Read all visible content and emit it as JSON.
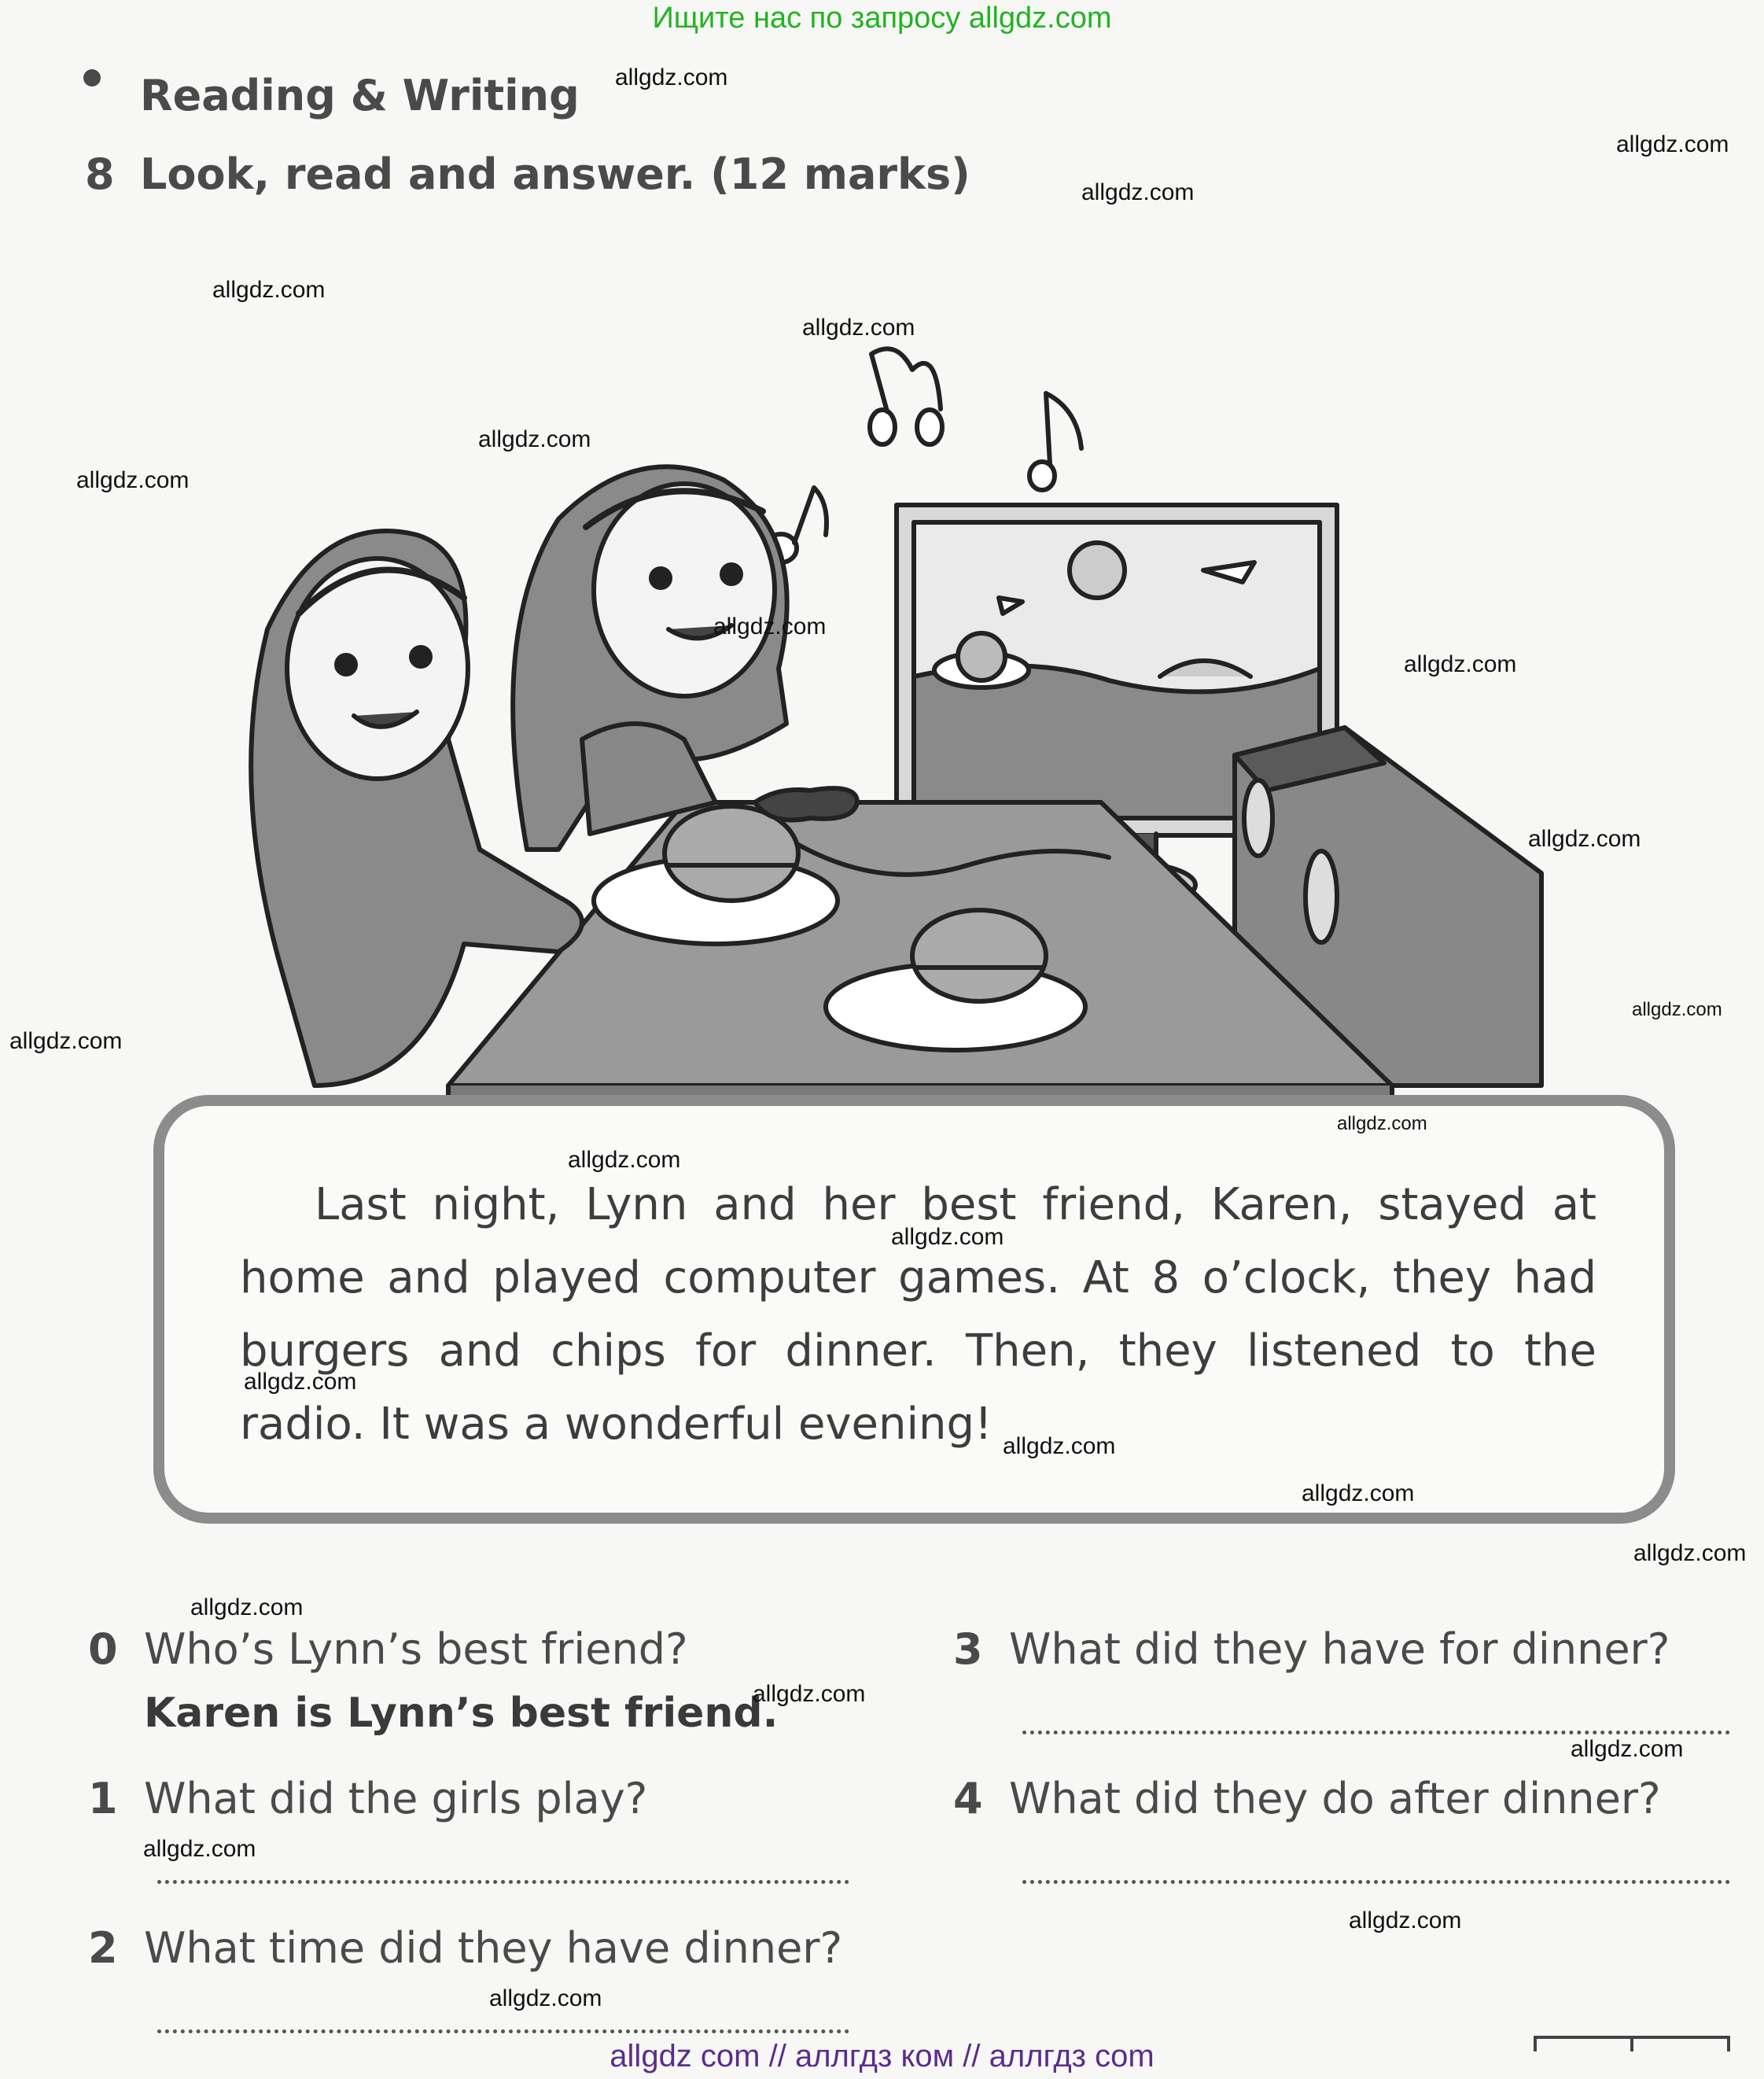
{
  "banner": "Ищите нас по запросу allgdz.com",
  "section": {
    "bullet": "•",
    "title": "Reading & Writing"
  },
  "exercise": {
    "number": "8",
    "title": "Look, read and answer. (12 marks)"
  },
  "story": "Last night, Lynn and her best friend, Karen, stayed at home and played computer games. At 8 o’clock, they had burgers and chips for dinner. Then, they listened to the radio. It was a wonderful evening!",
  "questions": [
    {
      "num": "0",
      "text": "Who’s Lynn’s best friend?",
      "answer": "Karen is Lynn’s best friend."
    },
    {
      "num": "1",
      "text": "What did the girls play?"
    },
    {
      "num": "2",
      "text": "What time did they have dinner?"
    },
    {
      "num": "3",
      "text": "What did they have for dinner?"
    },
    {
      "num": "4",
      "text": "What did they do after dinner?"
    }
  ],
  "watermark": "allgdz.com",
  "footer": "allgdz com  //  аллгдз ком  //  аллгдз com"
}
